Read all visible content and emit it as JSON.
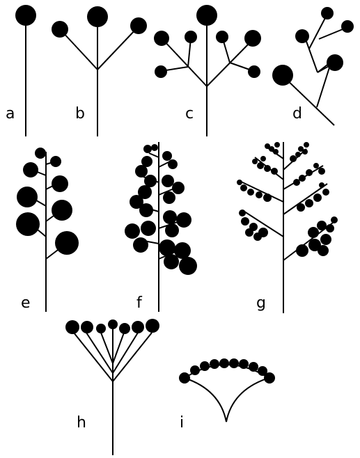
{
  "panels": [
    {
      "id": "a",
      "label": "a"
    },
    {
      "id": "b",
      "label": "b"
    },
    {
      "id": "c",
      "label": "c"
    },
    {
      "id": "d",
      "label": "d"
    },
    {
      "id": "e",
      "label": "e"
    },
    {
      "id": "f",
      "label": "f"
    },
    {
      "id": "g",
      "label": "g"
    },
    {
      "id": "h",
      "label": "h"
    },
    {
      "id": "i",
      "label": "i"
    }
  ],
  "colors": {
    "ink": "#000000",
    "paper": "#ffffff"
  }
}
